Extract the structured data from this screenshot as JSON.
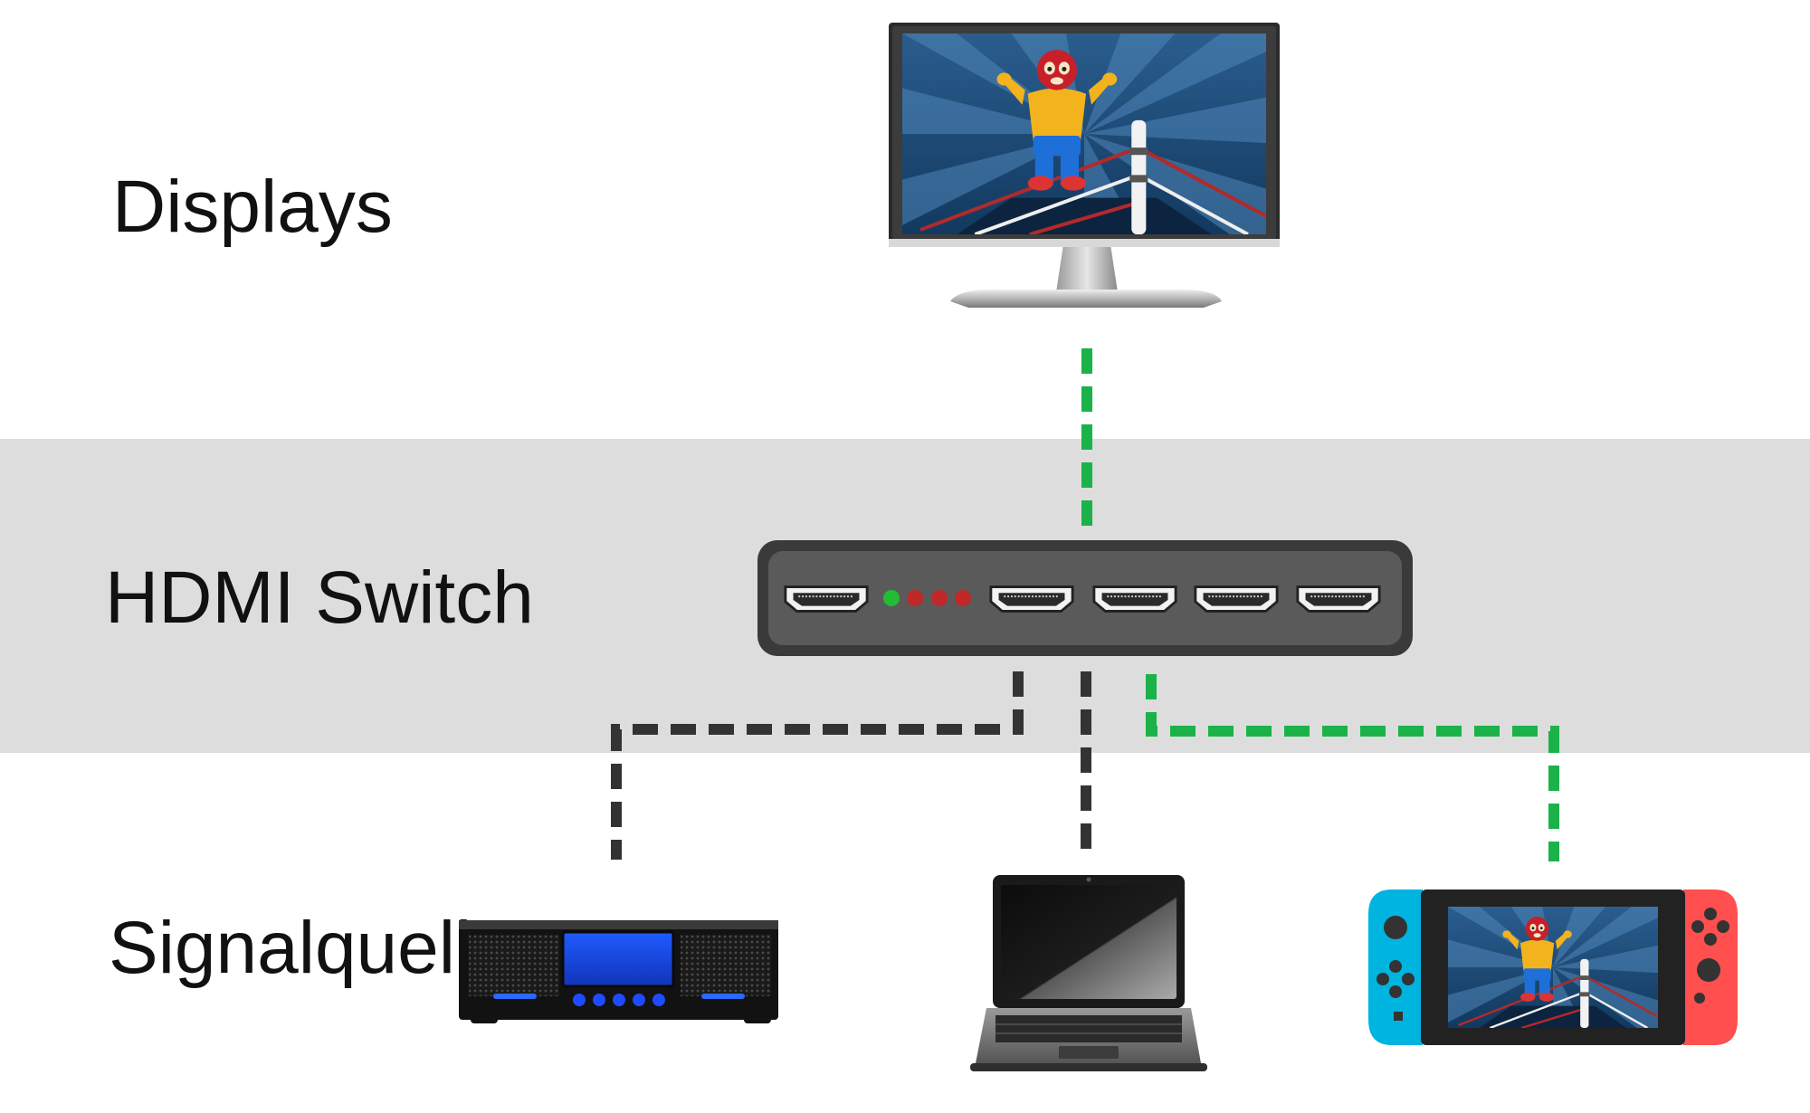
{
  "labels": {
    "displays": "Displays",
    "switch": "HDMI Switch",
    "sources": "Signalquelle"
  },
  "devices": {
    "monitor": "monitor",
    "hdmi_switch": "hdmi-switch",
    "media_player": "media-player",
    "laptop": "laptop",
    "game_console": "handheld-game-console"
  },
  "switch_status": {
    "leds": [
      "green",
      "red",
      "red",
      "red"
    ],
    "active_input": 4
  },
  "connections": [
    {
      "from": "hdmi-switch",
      "to": "monitor",
      "active": true
    },
    {
      "from": "media-player",
      "to": "hdmi-switch",
      "active": false
    },
    {
      "from": "laptop",
      "to": "hdmi-switch",
      "active": false
    },
    {
      "from": "handheld-game-console",
      "to": "hdmi-switch",
      "active": true
    }
  ],
  "colors": {
    "band": "#dddddd",
    "active_link": "#1bb24a",
    "inactive_link": "#333333",
    "led_on": "#22bb33",
    "led_off": "#c0282a",
    "switch_body": "#585858",
    "joycon_left": "#00b4e0",
    "joycon_right": "#ff4f4f"
  }
}
